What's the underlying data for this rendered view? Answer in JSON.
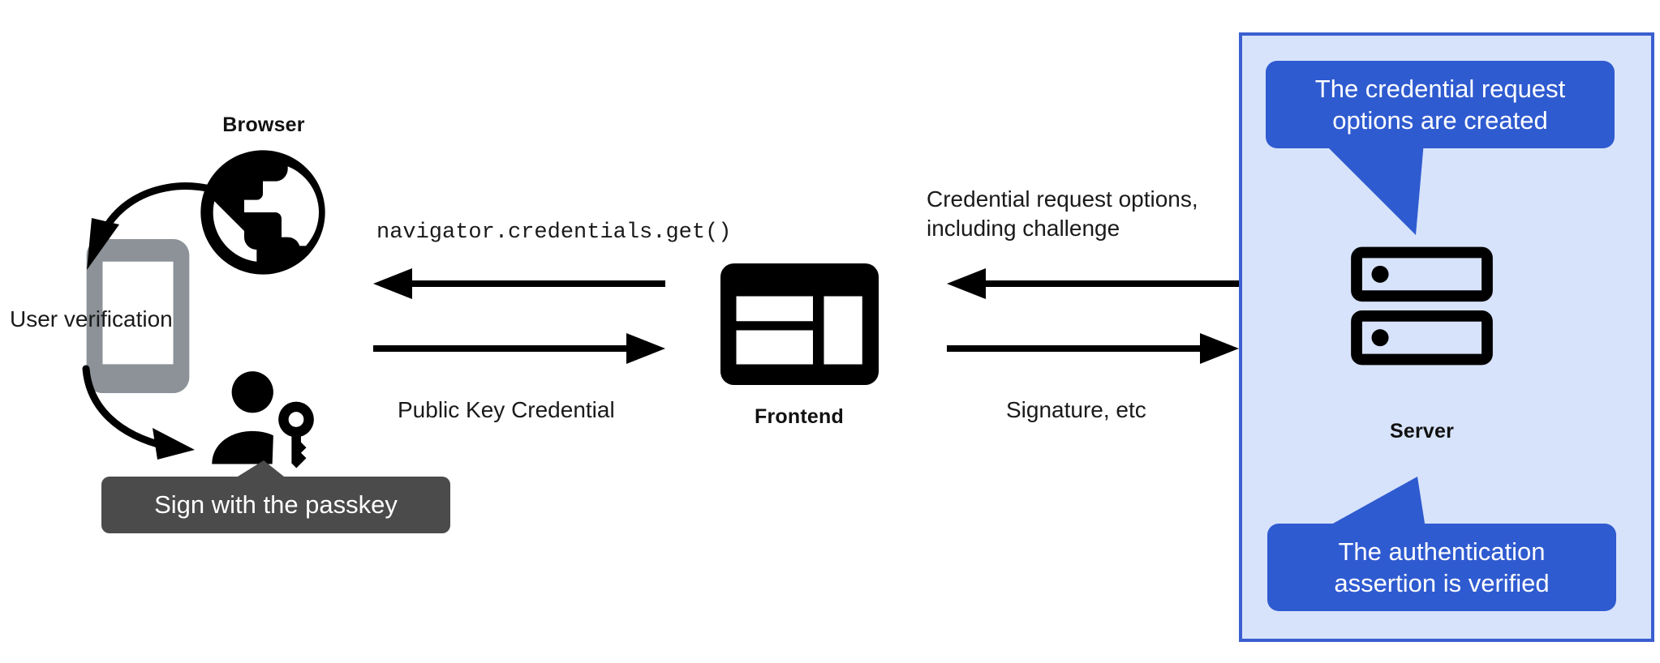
{
  "diagram": {
    "title": "WebAuthn passkey authentication flow",
    "colors": {
      "panel_fill": "#d7e3fb",
      "panel_border": "#3b5fd0",
      "callout_blue": "#2f5bd0",
      "callout_gray": "#4b4b4b",
      "icon_black": "#000000",
      "phone_gray": "#8c9297",
      "background": "#ffffff"
    }
  },
  "nodes": {
    "browser": {
      "label": "Browser",
      "icon": "globe-icon"
    },
    "phone": {
      "icon": "smartphone-icon"
    },
    "user": {
      "icon": "person-with-key-icon"
    },
    "frontend": {
      "label": "Frontend",
      "icon": "dashboard-layout-icon"
    },
    "server": {
      "label": "Server",
      "icon": "server-racks-icon"
    }
  },
  "annotations": {
    "user_verification": "User verification",
    "sign_with_passkey": "Sign with the passkey",
    "credential_request_created": "The credential request\noptions are created",
    "assertion_verified": "The authentication\nassertion is verified"
  },
  "flows": {
    "browser_to_frontend_top": "navigator.credentials.get()",
    "browser_to_frontend_bottom": "Public Key Credential",
    "server_to_frontend_top": "Credential request options,\nincluding challenge",
    "frontend_to_server_bottom": "Signature, etc"
  },
  "arrows": [
    {
      "name": "frontend-to-browser",
      "direction": "left",
      "label_ref": "flows.browser_to_frontend_top"
    },
    {
      "name": "browser-to-frontend",
      "direction": "right",
      "label_ref": "flows.browser_to_frontend_bottom"
    },
    {
      "name": "server-to-frontend",
      "direction": "left",
      "label_ref": "flows.server_to_frontend_top"
    },
    {
      "name": "frontend-to-server",
      "direction": "right",
      "label_ref": "flows.frontend_to_server_bottom"
    },
    {
      "name": "browser-to-phone-curve",
      "direction": "curve-down-left"
    },
    {
      "name": "phone-to-user-curve",
      "direction": "curve-down-right"
    }
  ]
}
